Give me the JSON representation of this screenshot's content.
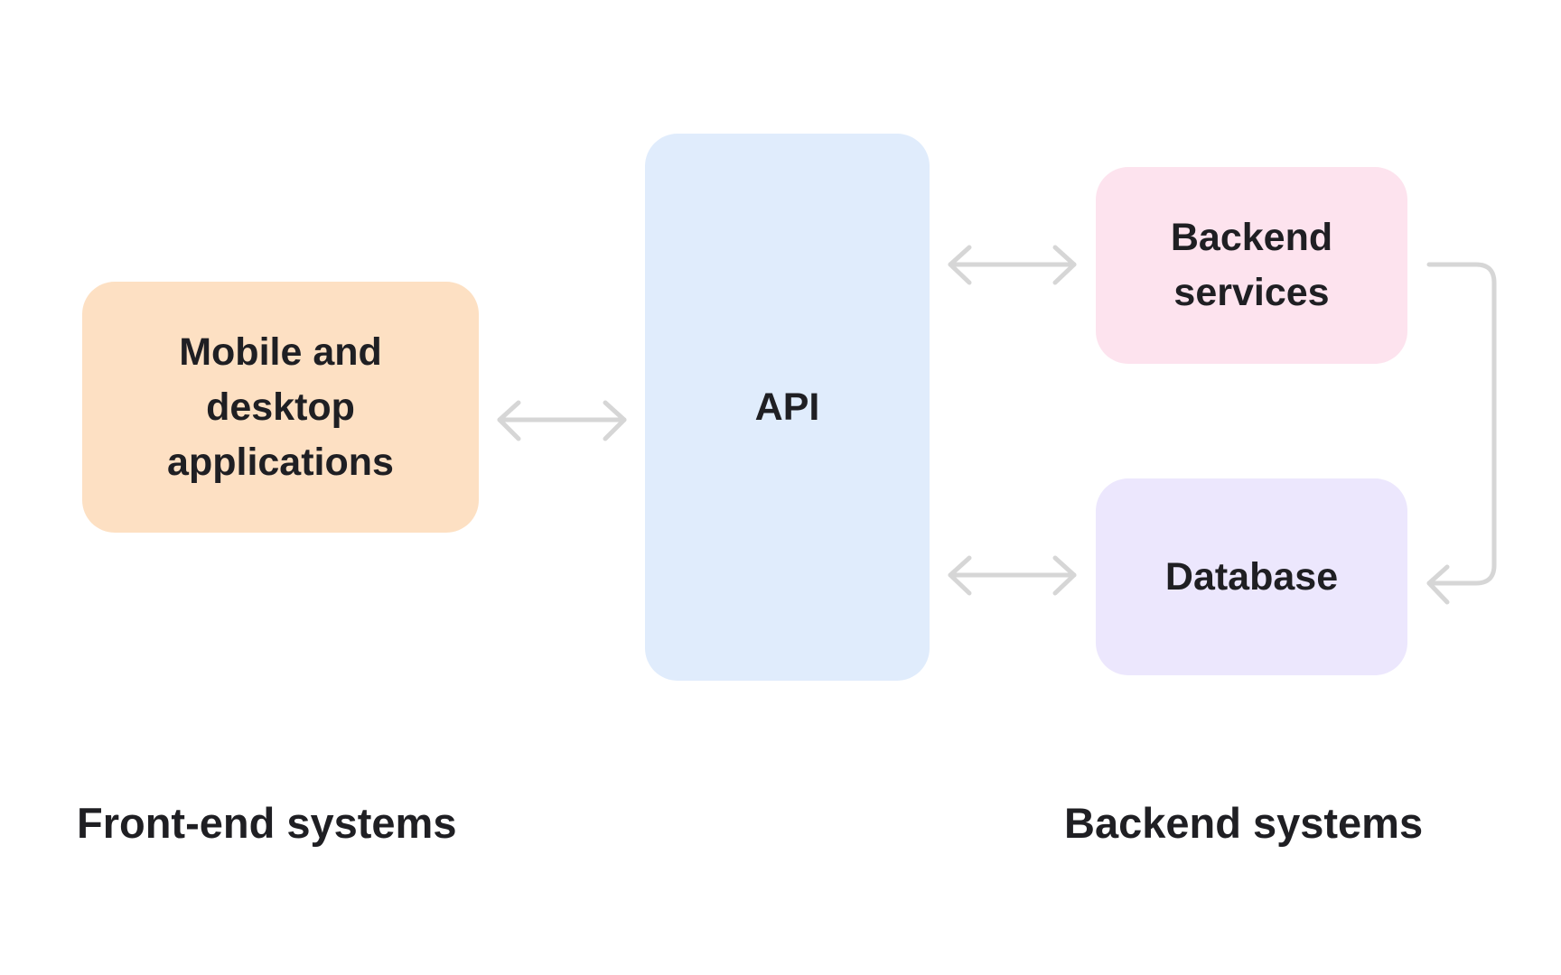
{
  "nodes": {
    "frontend": {
      "label": "Mobile and desktop applications",
      "color": "#fde0c3"
    },
    "api": {
      "label": "API",
      "color": "#e0ecfc"
    },
    "backend_services": {
      "label": "Backend services",
      "color": "#fde3ee"
    },
    "database": {
      "label": "Database",
      "color": "#ece7fd"
    }
  },
  "sections": {
    "frontend_title": "Front-end systems",
    "backend_title": "Backend systems"
  },
  "connectors": {
    "color": "#d6d6d6",
    "edges": [
      {
        "from": "frontend",
        "to": "api",
        "direction": "both"
      },
      {
        "from": "api",
        "to": "backend_services",
        "direction": "both"
      },
      {
        "from": "api",
        "to": "database",
        "direction": "both"
      },
      {
        "from": "backend_services",
        "to": "database",
        "direction": "forward"
      }
    ]
  }
}
